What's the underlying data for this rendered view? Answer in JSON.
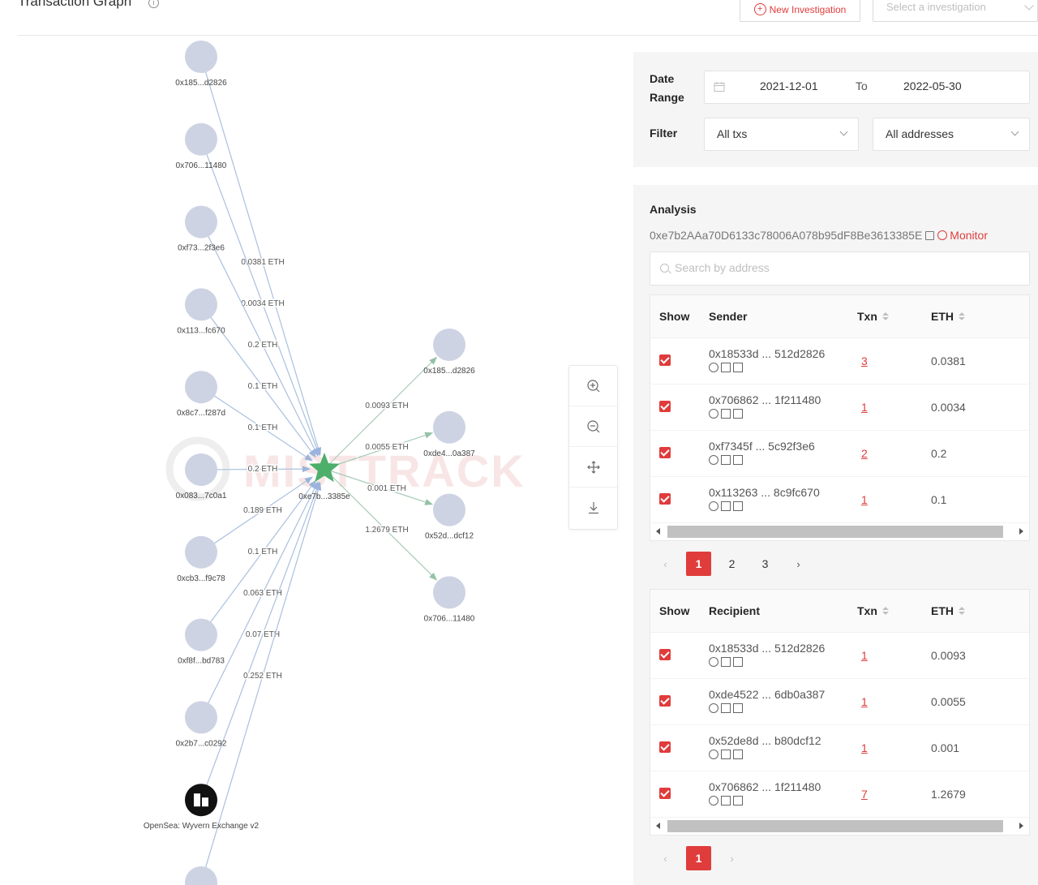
{
  "header": {
    "title": "Transaction Graph",
    "info_icon": "i",
    "new_investigation_label": "New Investigation",
    "investigation_select_placeholder": "Select a investigation"
  },
  "graph": {
    "watermark": "MISTTRACK",
    "center": {
      "label": "0xe7b...3385e"
    },
    "left_nodes": [
      {
        "label": "0x185...d2826",
        "edge_label": "0.0381 ETH"
      },
      {
        "label": "0x706...11480",
        "edge_label": "0.0034 ETH"
      },
      {
        "label": "0xf73...2f3e6",
        "edge_label": "0.2 ETH"
      },
      {
        "label": "0x113...fc670",
        "edge_label": "0.1 ETH"
      },
      {
        "label": "0x8c7...f287d",
        "edge_label": "0.1 ETH"
      },
      {
        "label": "0x083...7c0a1",
        "edge_label": "0.2 ETH"
      },
      {
        "label": "0xcb3...f9c78",
        "edge_label": "0.189 ETH"
      },
      {
        "label": "0xf8f...bd783",
        "edge_label": "0.1 ETH"
      },
      {
        "label": "0x2b7...c0292",
        "edge_label": "0.063 ETH"
      },
      {
        "label": "OpenSea: Wyvern Exchange v2",
        "edge_label": "0.07 ETH",
        "exchange": true
      },
      {
        "label": "",
        "edge_label": "0.252 ETH"
      }
    ],
    "right_nodes": [
      {
        "label": "0x185...d2826",
        "edge_label": "0.0093 ETH"
      },
      {
        "label": "0xde4...0a387",
        "edge_label": "0.0055 ETH"
      },
      {
        "label": "0x52d...dcf12",
        "edge_label": "0.001 ETH"
      },
      {
        "label": "0x706...11480",
        "edge_label": "1.2679 ETH"
      }
    ],
    "colors": {
      "node": "#cdd3e3",
      "center": "#4caf6a",
      "in_edge": "#a9c0df",
      "out_edge": "#a8ccb6"
    }
  },
  "filters": {
    "date_range_label": "Date Range",
    "date_from": "2021-12-01",
    "date_to_word": "To",
    "date_to": "2022-05-30",
    "filter_label": "Filter",
    "tx_filter": "All txs",
    "address_filter": "All addresses"
  },
  "analysis": {
    "title": "Analysis",
    "address": "0xe7b2AAa70D6133c78006A078b95dF8Be3613385E",
    "monitor_label": "Monitor",
    "search_placeholder": "Search by address",
    "senders": {
      "headers": {
        "show": "Show",
        "party": "Sender",
        "txn": "Txn",
        "eth": "ETH"
      },
      "rows": [
        {
          "address": "0x18533d ... 512d2826",
          "txn": "3",
          "eth": "0.0381"
        },
        {
          "address": "0x706862 ... 1f211480",
          "txn": "1",
          "eth": "0.0034"
        },
        {
          "address": "0xf7345f ... 5c92f3e6",
          "txn": "2",
          "eth": "0.2"
        },
        {
          "address": "0x113263 ... 8c9fc670",
          "txn": "1",
          "eth": "0.1"
        }
      ],
      "pages": [
        "1",
        "2",
        "3"
      ],
      "current_page": "1"
    },
    "recipients": {
      "headers": {
        "show": "Show",
        "party": "Recipient",
        "txn": "Txn",
        "eth": "ETH"
      },
      "rows": [
        {
          "address": "0x18533d ... 512d2826",
          "txn": "1",
          "eth": "0.0093"
        },
        {
          "address": "0xde4522 ... 6db0a387",
          "txn": "1",
          "eth": "0.0055"
        },
        {
          "address": "0x52de8d ... b80dcf12",
          "txn": "1",
          "eth": "0.001"
        },
        {
          "address": "0x706862 ... 1f211480",
          "txn": "7",
          "eth": "1.2679"
        }
      ],
      "pages": [
        "1"
      ],
      "current_page": "1"
    },
    "pager_prev": "‹",
    "pager_next": "›"
  },
  "icons": [
    "info-icon",
    "plus-circle-icon",
    "chevron-down-icon",
    "calendar-icon",
    "copy-icon",
    "monitor-icon",
    "search-icon",
    "zoom-in-icon",
    "zoom-out-icon",
    "move-icon",
    "download-icon",
    "sort-icon",
    "checkbox-checked-icon",
    "exchange-building-icon"
  ]
}
